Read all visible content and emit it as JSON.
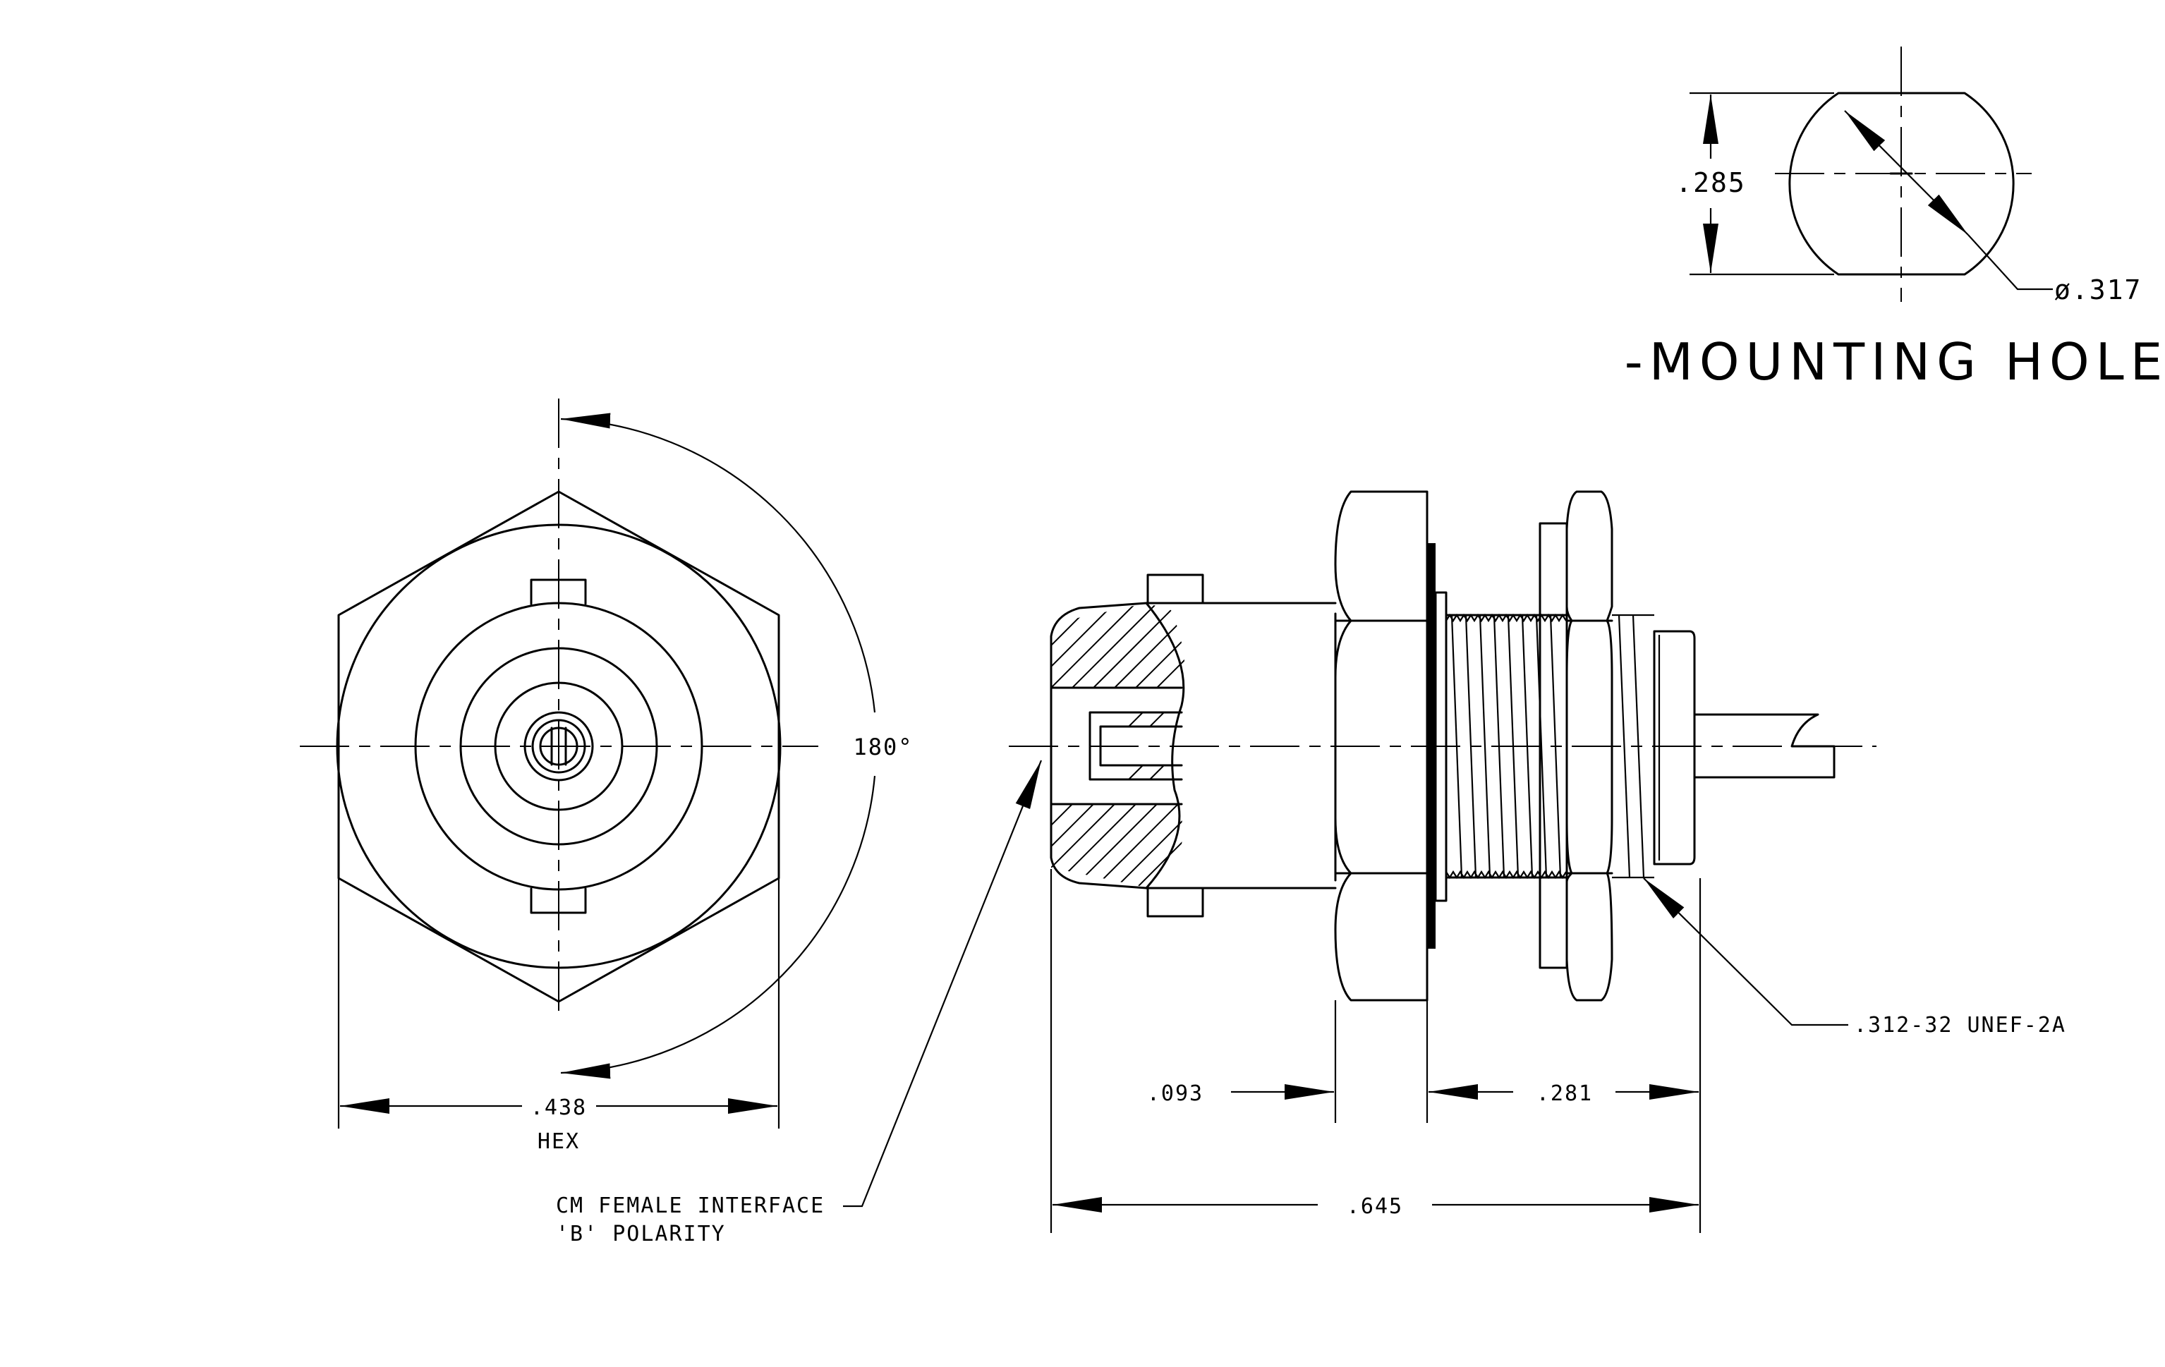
{
  "mounting_hole": {
    "title": "-MOUNTING HOLE-",
    "flat_dimension": ".285",
    "diameter_dimension": "ø.317"
  },
  "front_view": {
    "angle_label": "180°",
    "hex_dimension": ".438",
    "hex_label": "HEX"
  },
  "interface_note": {
    "line1": "CM FEMALE INTERFACE",
    "line2": "'B' POLARITY"
  },
  "side_view": {
    "dim_flange": ".093",
    "dim_thread_length": ".281",
    "dim_overall": ".645",
    "thread_callout": ".312-32 UNEF-2A"
  }
}
